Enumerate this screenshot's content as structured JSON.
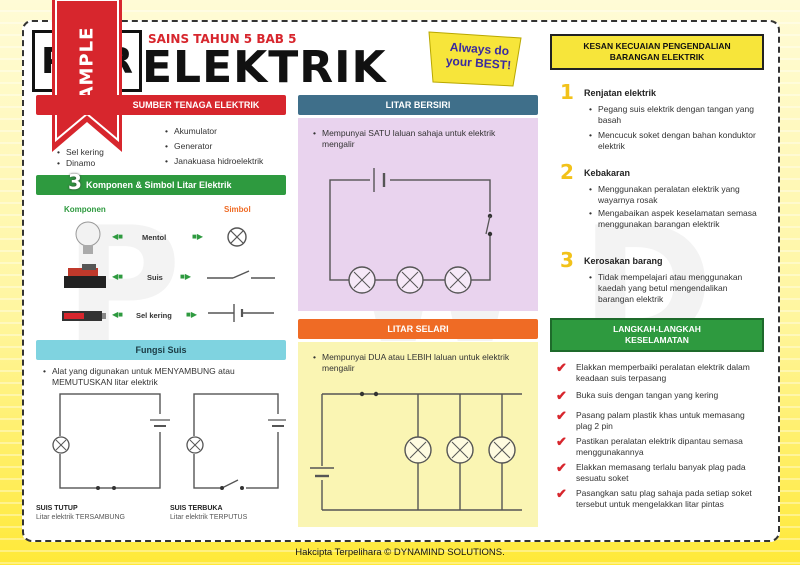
{
  "header": {
    "subtitle": "SAINS TAHUN 5 BAB 5",
    "logo_text": "P",
    "logo_text_2": "R",
    "title": "ELEKTRIK",
    "motto": "Always do your BEST!"
  },
  "sample_ribbon": "SAMPLE",
  "sumber": {
    "title": "SUMBER TENAGA ELEKTRIK",
    "col1": [
      "Sel kering",
      "Dinamo"
    ],
    "col2": [
      "Akumulator",
      "Generator",
      "Janakuasa hidroelektrik"
    ]
  },
  "komponen": {
    "number": "3",
    "title": "Komponen & Simbol Litar Elektrik",
    "col_left": "Komponen",
    "col_right": "Simbol",
    "items": [
      "Mentol",
      "Suis",
      "Sel kering"
    ]
  },
  "fungsi_suis": {
    "title": "Fungsi Suis",
    "desc": "Alat yang digunakan untuk MENYAMBUNG atau MEMUTUSKAN litar elektrik",
    "closed_label": "SUIS TUTUP",
    "closed_desc": "Litar elektrik TERSAMBUNG",
    "open_label": "SUIS TERBUKA",
    "open_desc": "Litar elektrik TERPUTUS"
  },
  "litar_bersiri": {
    "title": "LITAR BERSIRI",
    "desc": "Mempunyai SATU laluan sahaja untuk elektrik mengalir"
  },
  "litar_selari": {
    "title": "LITAR SELARI",
    "desc": "Mempunyai DUA atau LEBIH laluan untuk elektrik mengalir"
  },
  "kesan": {
    "title": "KESAN KECUAIAN PENGENDALIAN BARANGAN ELEKTRIK",
    "sections": [
      {
        "num": "1",
        "title": "Renjatan elektrik",
        "points": [
          "Pegang suis elektrik dengan tangan yang basah",
          "Mencucuk soket dengan bahan konduktor elektrik"
        ]
      },
      {
        "num": "2",
        "title": "Kebakaran",
        "points": [
          "Menggunakan peralatan elektrik yang wayarnya rosak",
          "Mengabaikan aspek keselamatan semasa menggunakan barangan elektrik"
        ]
      },
      {
        "num": "3",
        "title": "Kerosakan barang",
        "points": [
          "Tidak mempelajari atau menggunakan kaedah yang betul mengendalikan barangan elektrik"
        ]
      }
    ]
  },
  "langkah": {
    "title": "LANGKAH-LANGKAH KESELAMATAN",
    "items": [
      "Elakkan memperbaiki peralatan elektrik dalam keadaan suis terpasang",
      "Buka suis dengan tangan yang kering",
      "Pasang palam plastik khas untuk memasang plag 2 pin",
      "Pastikan peralatan elektrik dipantau semasa menggunakannya",
      "Elakkan memasang terlalu banyak plag pada sesuatu soket",
      "Pasangkan satu plag sahaja pada setiap soket tersebut untuk mengelakkan litar pintas"
    ]
  },
  "footer": "Hakcipta Terpelihara © DYNAMIND SOLUTIONS.",
  "colors": {
    "red": "#d7262d",
    "blue_grey": "#3f6f8a",
    "green": "#2e9a3f",
    "cyan": "#5ec4d6",
    "orange": "#ef6b25",
    "yellow": "#f7e53a"
  }
}
